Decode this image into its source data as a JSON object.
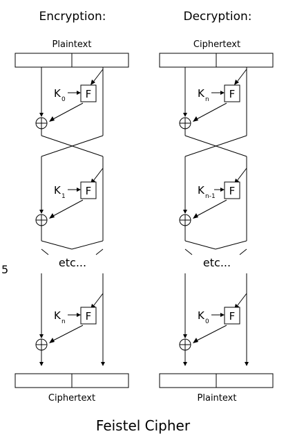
{
  "encryption": {
    "heading": "Encryption:",
    "input_label": "Plaintext",
    "output_label": "Ciphertext",
    "rounds": [
      {
        "key": "K",
        "sub": "0",
        "f": "F"
      },
      {
        "key": "K",
        "sub": "1",
        "f": "F"
      },
      {
        "key": "K",
        "sub": "n",
        "f": "F"
      }
    ],
    "etc": "etc..."
  },
  "decryption": {
    "heading": "Decryption:",
    "input_label": "Ciphertext",
    "output_label": "Plaintext",
    "rounds": [
      {
        "key": "K",
        "sub": "n",
        "f": "F"
      },
      {
        "key": "K",
        "sub": "n-1",
        "f": "F"
      },
      {
        "key": "K",
        "sub": "0",
        "f": "F"
      }
    ],
    "etc": "etc..."
  },
  "stray_glyph": "5",
  "caption": "Feistel Cipher"
}
